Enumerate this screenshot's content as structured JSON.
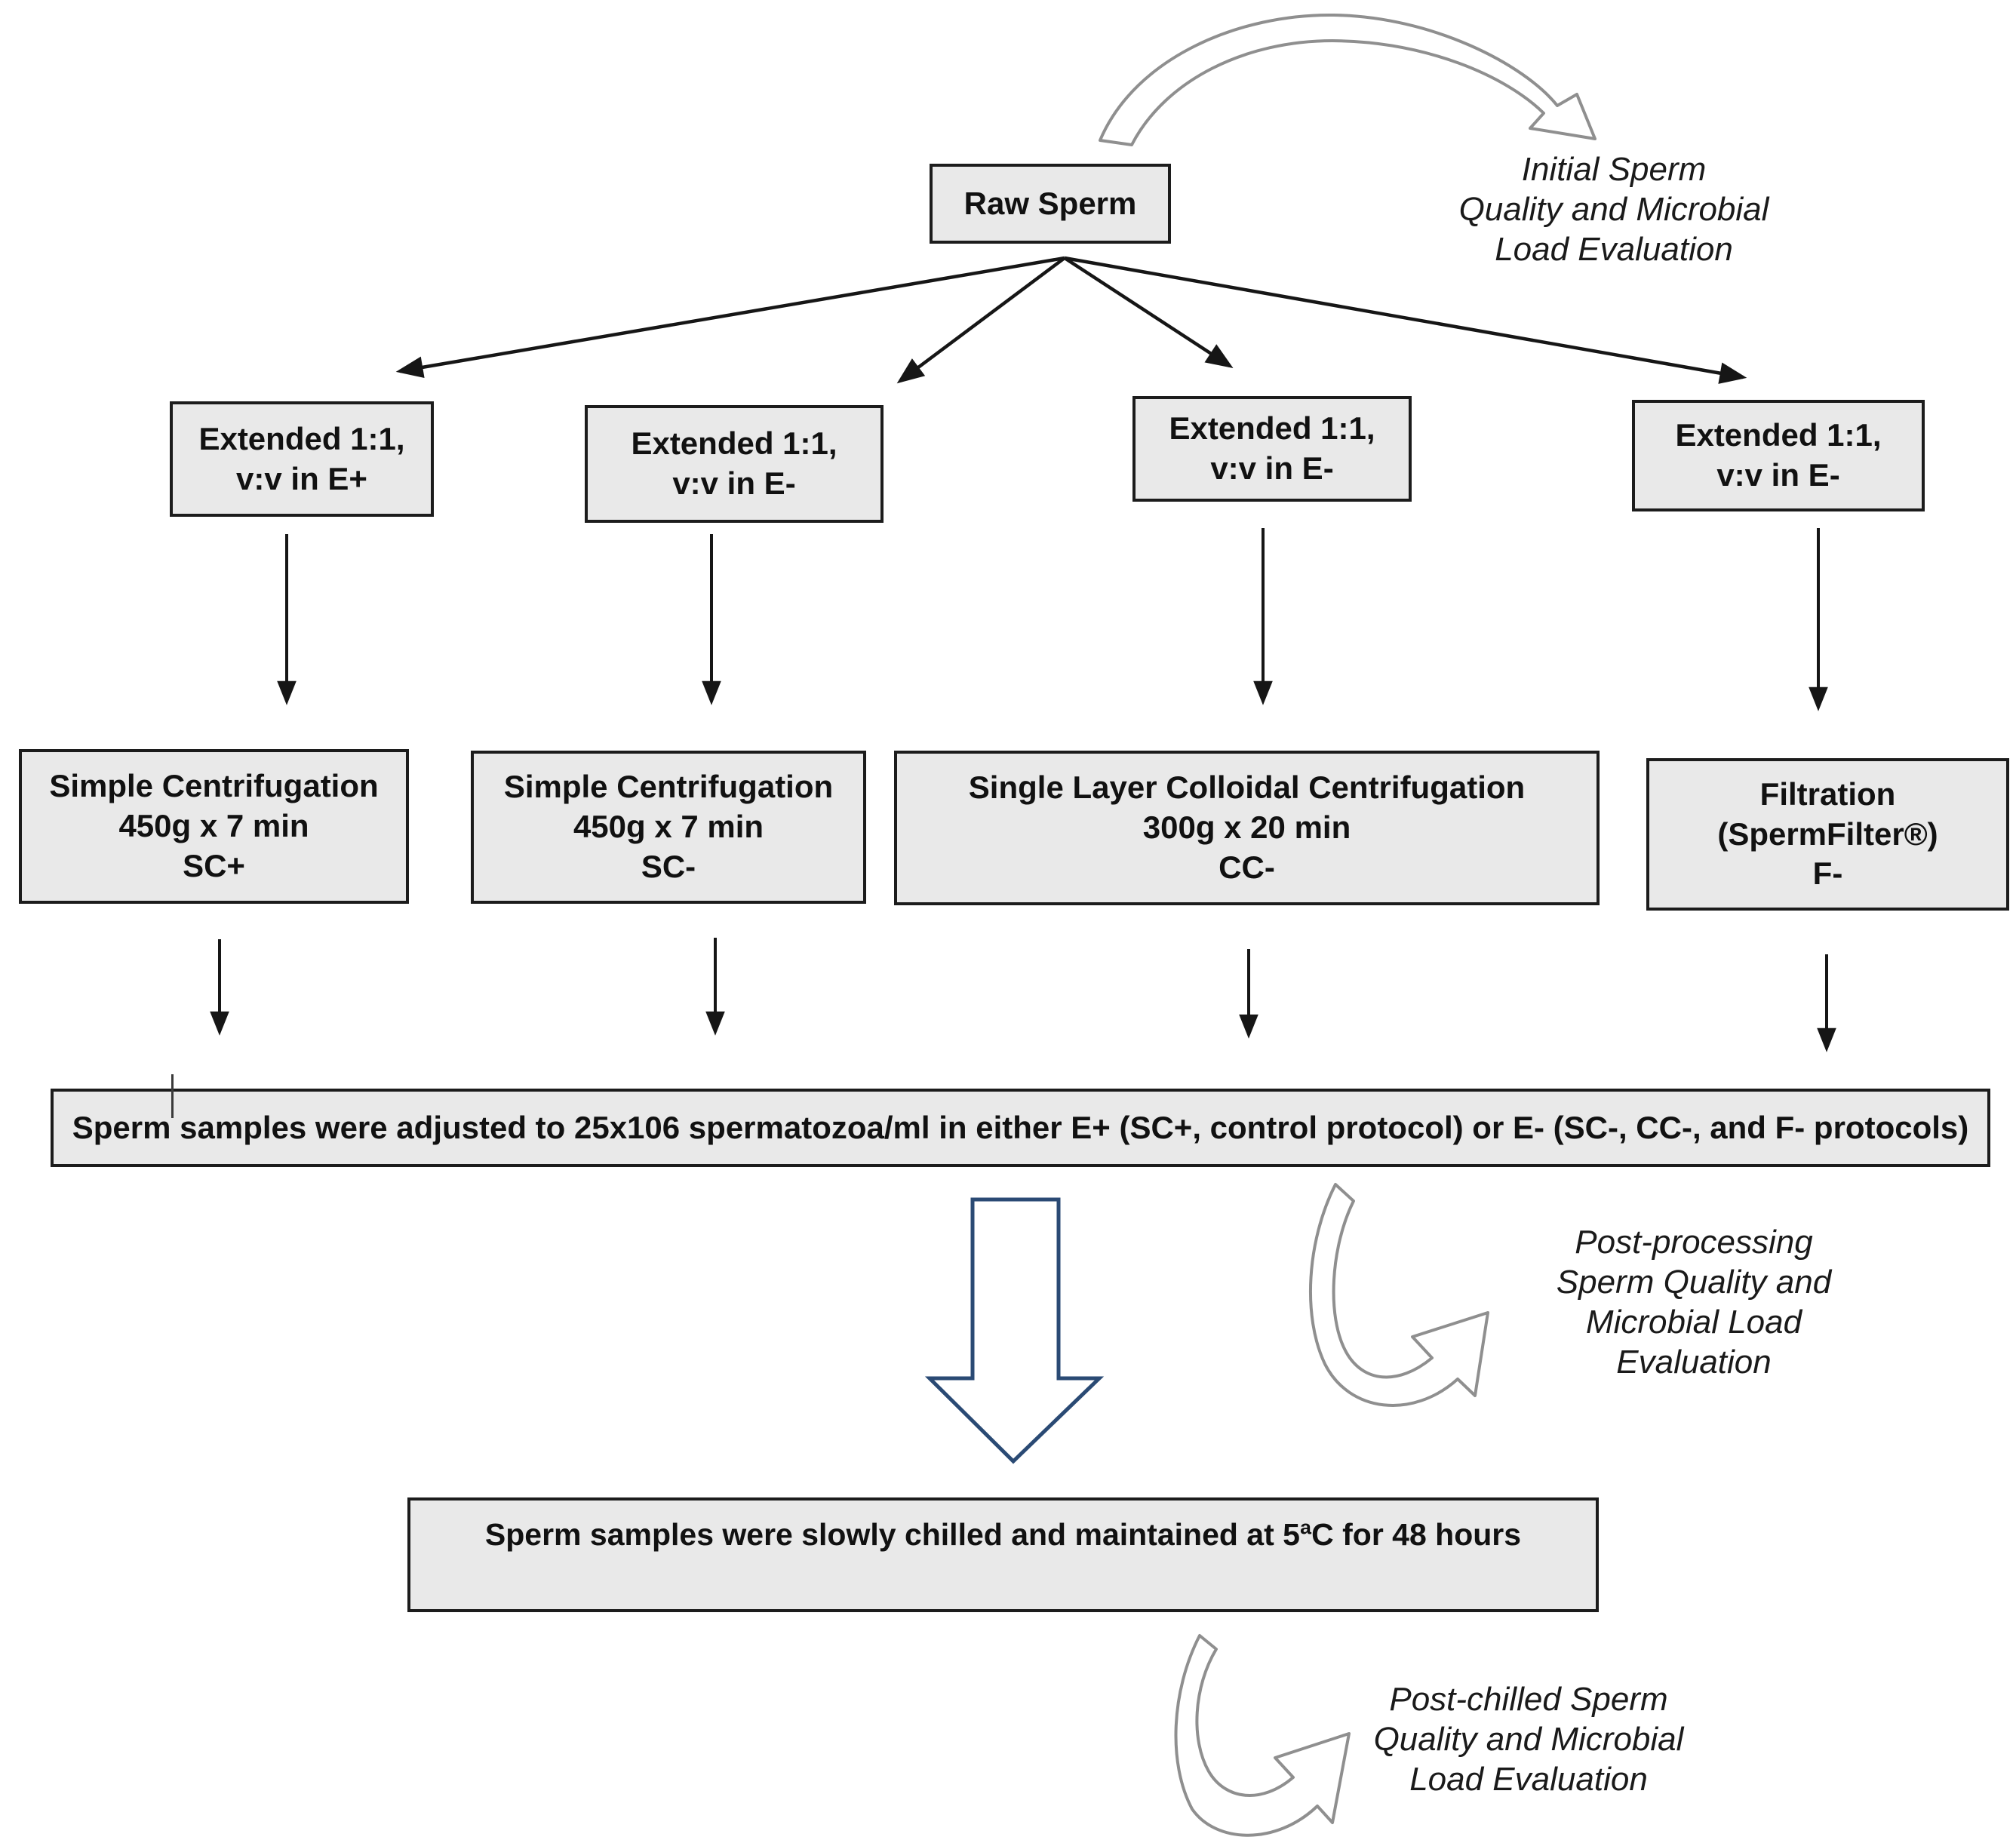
{
  "title": "Sperm processing protocol flowchart",
  "nodes": {
    "raw_sperm": {
      "label": "Raw Sperm"
    },
    "extended": [
      {
        "line1": "Extended 1:1,",
        "line2": "v:v in E+"
      },
      {
        "line1": "Extended 1:1,",
        "line2": "v:v in E-"
      },
      {
        "line1": "Extended 1:1,",
        "line2": "v:v in E-"
      },
      {
        "line1": "Extended 1:1,",
        "line2": "v:v in E-"
      }
    ],
    "process": [
      {
        "line1": "Simple Centrifugation",
        "line2": "450g x 7 min",
        "line3": "SC+"
      },
      {
        "line1": "Simple Centrifugation",
        "line2": "450g x 7 min",
        "line3": "SC-"
      },
      {
        "line1": "Single Layer Colloidal Centrifugation",
        "line2": "300g x 20 min",
        "line3": "CC-"
      },
      {
        "line1": "Filtration",
        "line2": "(SpermFilter®)",
        "line3": "F-"
      }
    ],
    "adjusted": {
      "label": "Sperm samples were adjusted to 25x106 spermatozoa/ml in either E+ (SC+, control protocol) or E- (SC-, CC-, and F- protocols)"
    },
    "chilled": {
      "label": "Sperm samples were slowly chilled and maintained at 5ªC for 48 hours"
    }
  },
  "annotations": {
    "initial_eval": {
      "line1": "Initial Sperm",
      "line2": "Quality and Microbial",
      "line3": "Load Evaluation"
    },
    "post_processing_eval": {
      "line1": "Post-processing",
      "line2": "Sperm Quality and",
      "line3": "Microbial Load",
      "line4": "Evaluation"
    },
    "post_chilled_eval": {
      "line1": "Post-chilled Sperm",
      "line2": "Quality and Microbial",
      "line3": "Load Evaluation"
    }
  },
  "colors": {
    "box_fill": "#e9e9e9",
    "box_border": "#1c1c1c",
    "connector_arrow": "#161616",
    "curved_arrow": "#8f8f8f",
    "block_arrow_outline": "#2a4a74",
    "text": "#111111"
  }
}
